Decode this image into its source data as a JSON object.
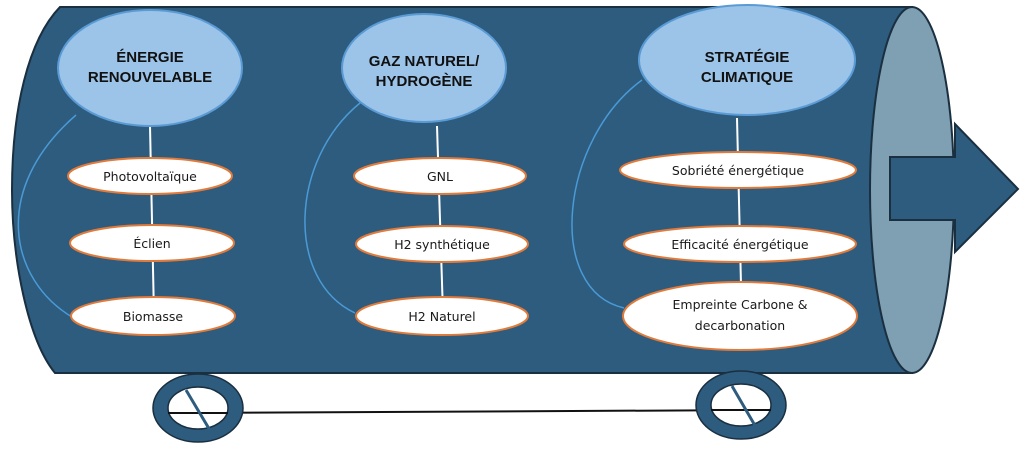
{
  "diagram": {
    "title": "",
    "colors": {
      "body": "#2d5c7f",
      "body_outline": "#1a2f40",
      "end_cap": "#7f9fb2",
      "category_fill": "#9cc3e8",
      "category_stroke": "#5b9bd5",
      "sub_fill": "#ffffff",
      "sub_stroke": "#e07b3c",
      "connector": "#ffffff",
      "arc": "#4a9ad6"
    },
    "columns": [
      {
        "category": {
          "line1": "ÉNERGIE",
          "line2": "RENOUVELABLE"
        },
        "items": [
          {
            "lines": [
              "Photovoltaïque"
            ]
          },
          {
            "lines": [
              "Éclien"
            ]
          },
          {
            "lines": [
              "Biomasse"
            ]
          }
        ]
      },
      {
        "category": {
          "line1": "GAZ NATUREL/",
          "line2": "HYDROGÈNE"
        },
        "items": [
          {
            "lines": [
              "GNL"
            ]
          },
          {
            "lines": [
              "H2 synthétique"
            ]
          },
          {
            "lines": [
              "H2 Naturel"
            ]
          }
        ]
      },
      {
        "category": {
          "line1": "STRATÉGIE",
          "line2": "CLIMATIQUE"
        },
        "items": [
          {
            "lines": [
              "Sobriété énergétique"
            ]
          },
          {
            "lines": [
              "Efficacité énergétique"
            ]
          },
          {
            "lines": [
              "Empreinte Carbone &",
              "decarbonation"
            ]
          }
        ]
      }
    ]
  }
}
